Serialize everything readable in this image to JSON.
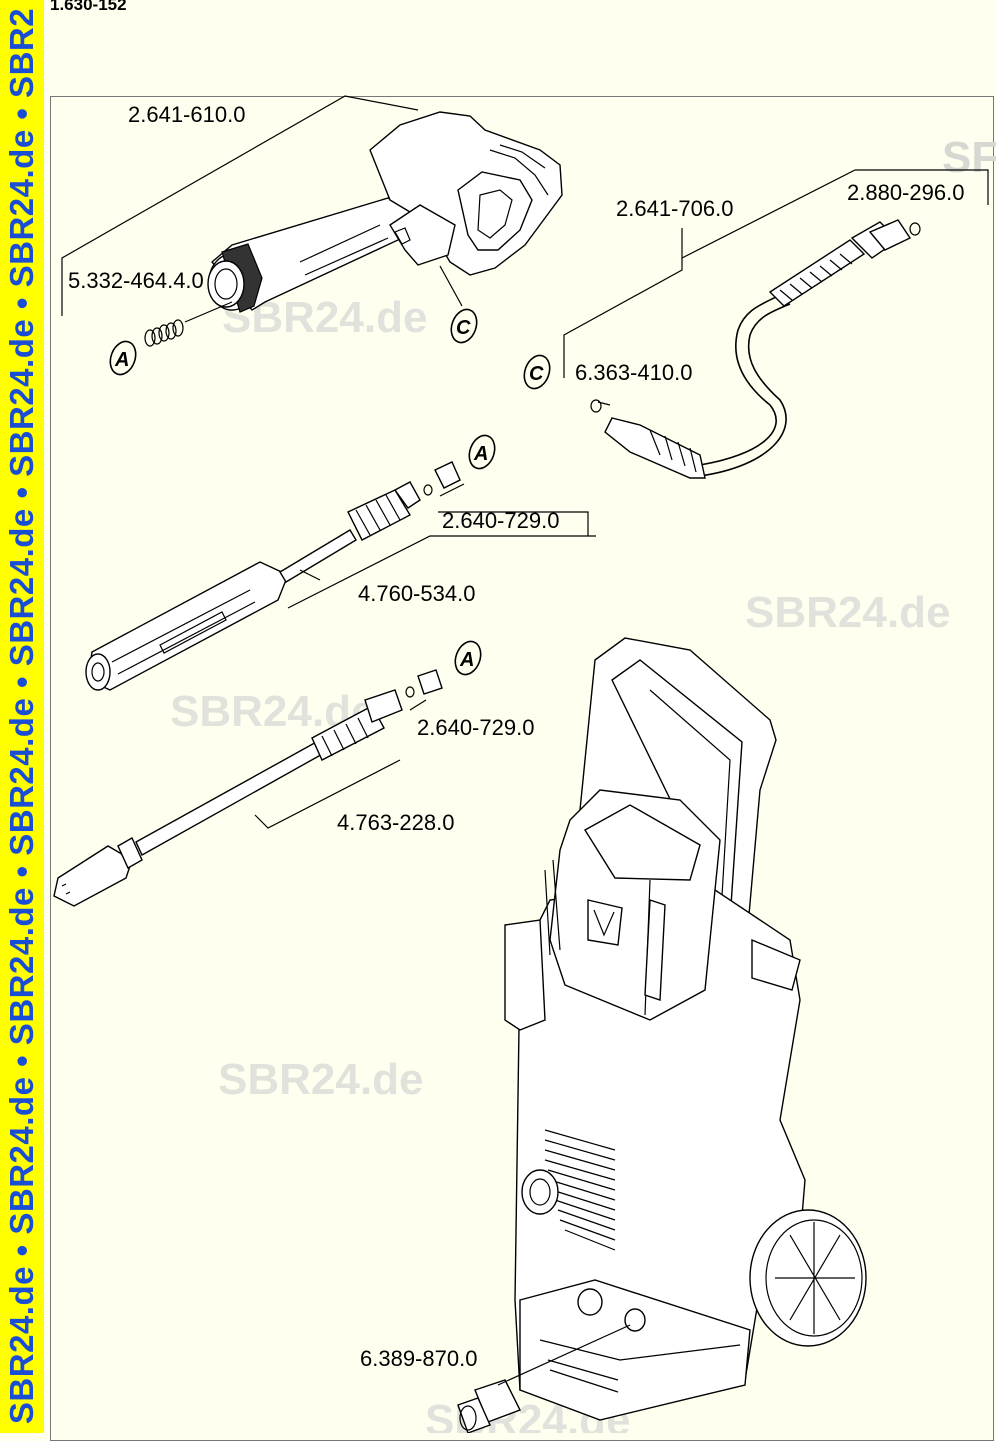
{
  "header": {
    "model_number": "1.630-152"
  },
  "sidebar": {
    "watermark_text": "SBR24.de • SBR24.de • SBR24.de • SBR24.de • SBR24.de • SBR24.de • SBR24.de • SBR2"
  },
  "watermark": {
    "text": "SBR24.de",
    "partial": "SF"
  },
  "parts": [
    {
      "id": "trigger-gun",
      "number": "2.641-610.0"
    },
    {
      "id": "gun-fitting",
      "number": "5.332-464.4.0"
    },
    {
      "id": "hose",
      "number": "2.641-706.0"
    },
    {
      "id": "hose-o-ring",
      "number": "2.880-296.0"
    },
    {
      "id": "hose-seal",
      "number": "6.363-410.0"
    },
    {
      "id": "adapter-1",
      "number": "2.640-729.0"
    },
    {
      "id": "spray-lance-vario",
      "number": "4.760-534.0"
    },
    {
      "id": "adapter-2",
      "number": "2.640-729.0"
    },
    {
      "id": "dirt-blaster-lance",
      "number": "4.763-228.0"
    },
    {
      "id": "garden-hose-coupling",
      "number": "6.389-870.0"
    }
  ],
  "references": {
    "a": "A",
    "c": "C"
  }
}
